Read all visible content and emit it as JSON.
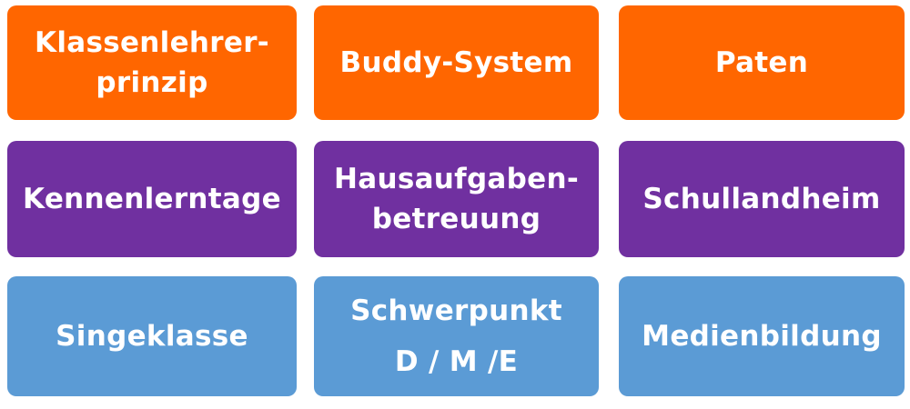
{
  "colors": {
    "row1": "#ff6600",
    "row2": "#7030a0",
    "row3": "#5b9bd5",
    "text": "#ffffff"
  },
  "tiles": [
    {
      "label": "Klassenlehrer-\nprinzip"
    },
    {
      "label": "Buddy-System"
    },
    {
      "label": "Paten"
    },
    {
      "label": "Kennenlerntage"
    },
    {
      "label": "Hausaufgaben-\nbetreuung"
    },
    {
      "label": "Schullandheim"
    },
    {
      "label": "Singeklasse"
    },
    {
      "label": "Schwerpunkt\nD / M /E"
    },
    {
      "label": "Medienbildung"
    }
  ]
}
